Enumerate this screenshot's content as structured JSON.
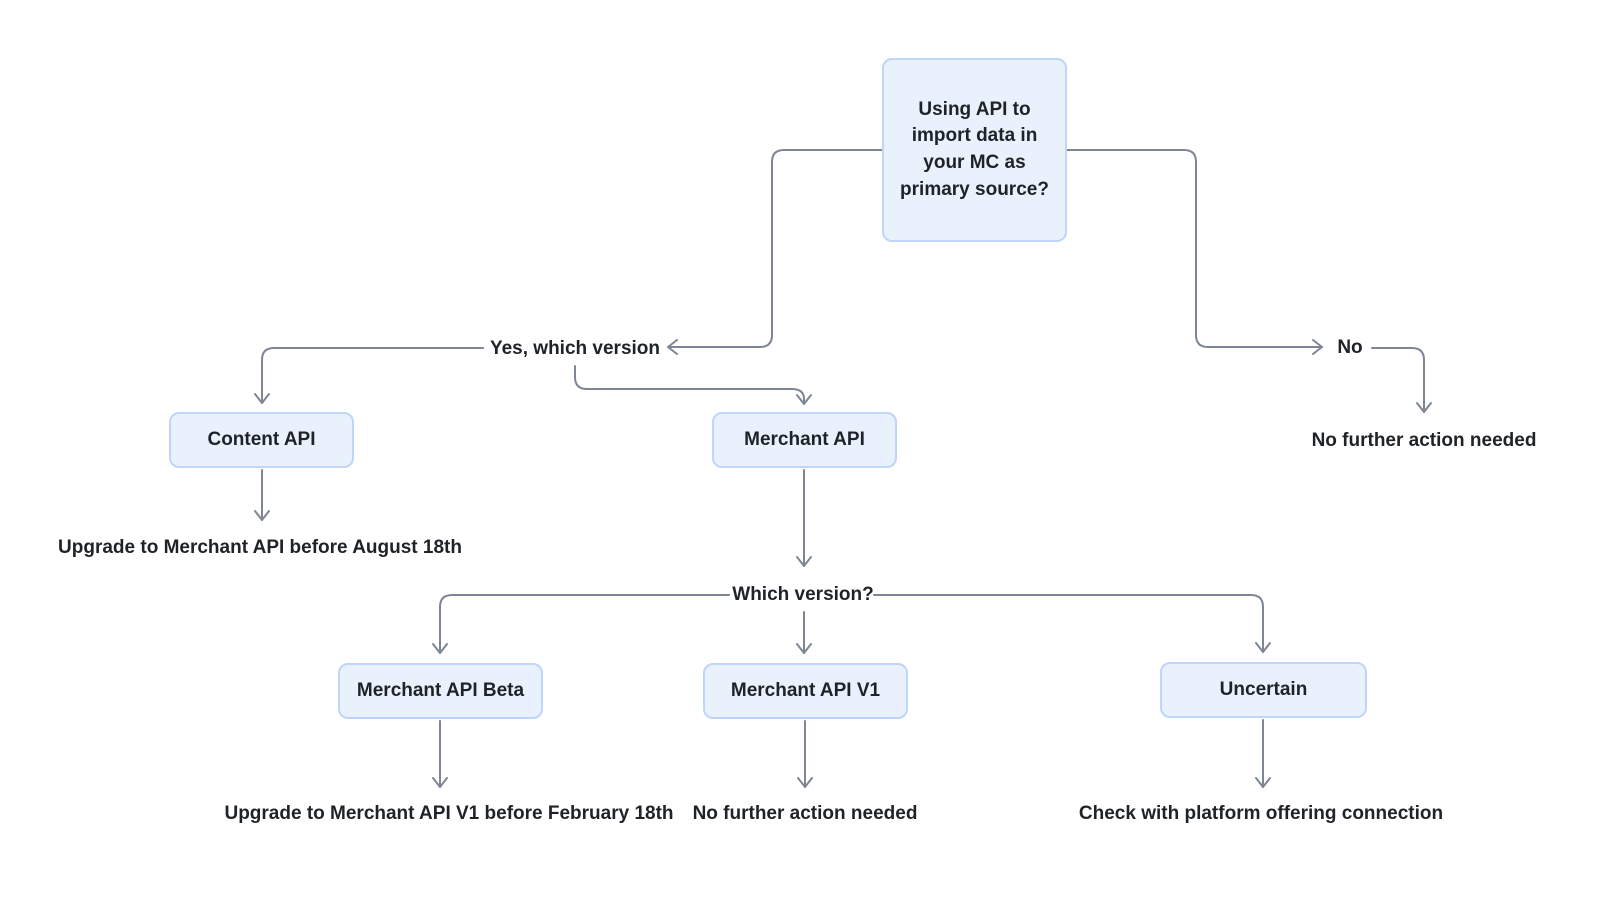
{
  "diagram": {
    "nodes": {
      "root": {
        "label": "Using API to import data in your MC as primary source?"
      },
      "content_api": {
        "label": "Content API"
      },
      "merchant_api": {
        "label": "Merchant API"
      },
      "merchant_api_beta": {
        "label": "Merchant API Beta"
      },
      "merchant_api_v1": {
        "label": "Merchant API V1"
      },
      "uncertain": {
        "label": "Uncertain"
      }
    },
    "edge_labels": {
      "yes": "Yes, which version",
      "no": "No",
      "which_version": "Which version?"
    },
    "outcomes": {
      "content_api": "Upgrade to Merchant API before August 18th",
      "no_path": "No further action needed",
      "merchant_api_beta": "Upgrade to Merchant API V1 before February 18th",
      "merchant_api_v1": "No further action needed",
      "uncertain": "Check with platform offering connection"
    },
    "colors": {
      "node_fill": "#e9f1fd",
      "node_border": "#bfd5f9",
      "connector": "#7e8694",
      "text": "#1f2327",
      "background": "#ffffff"
    }
  }
}
